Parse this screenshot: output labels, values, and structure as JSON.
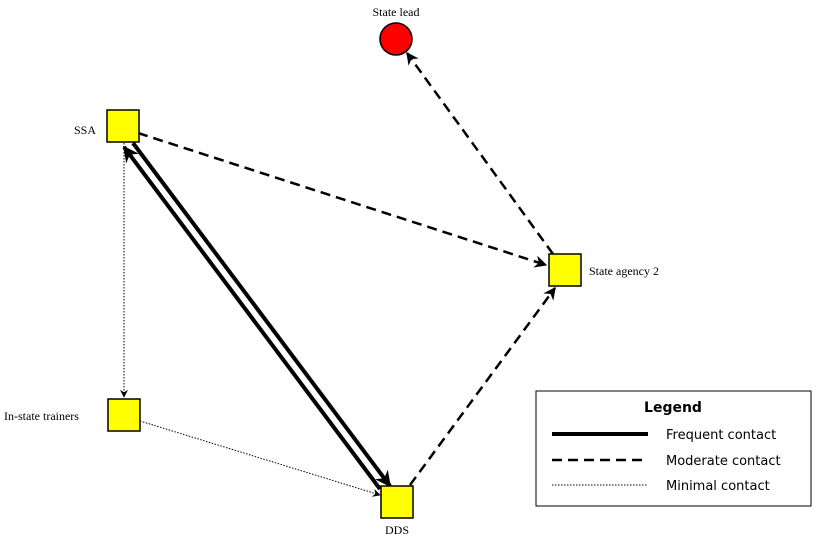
{
  "nodes": {
    "state_lead": {
      "label": "State lead",
      "shape": "circle",
      "color": "#ff0000"
    },
    "ssa": {
      "label": "SSA",
      "shape": "square",
      "color": "#ffff00"
    },
    "state_agency_2": {
      "label": "State agency 2",
      "shape": "square",
      "color": "#ffff00"
    },
    "in_state_trainers": {
      "label": "In-state trainers",
      "shape": "square",
      "color": "#ffff00"
    },
    "dds": {
      "label": "DDS",
      "shape": "square",
      "color": "#ffff00"
    }
  },
  "edges": [
    {
      "from": "SSA",
      "to": "DDS",
      "type": "frequent"
    },
    {
      "from": "DDS",
      "to": "SSA",
      "type": "frequent"
    },
    {
      "from": "SSA",
      "to": "State agency 2",
      "type": "moderate"
    },
    {
      "from": "State agency 2",
      "to": "State lead",
      "type": "moderate"
    },
    {
      "from": "DDS",
      "to": "State agency 2",
      "type": "moderate"
    },
    {
      "from": "SSA",
      "to": "In-state trainers",
      "type": "minimal"
    },
    {
      "from": "In-state trainers",
      "to": "DDS",
      "type": "minimal"
    }
  ],
  "legend": {
    "title": "Legend",
    "items": [
      {
        "label": "Frequent contact",
        "style": "frequent"
      },
      {
        "label": "Moderate contact",
        "style": "moderate"
      },
      {
        "label": "Minimal contact",
        "style": "minimal"
      }
    ]
  }
}
